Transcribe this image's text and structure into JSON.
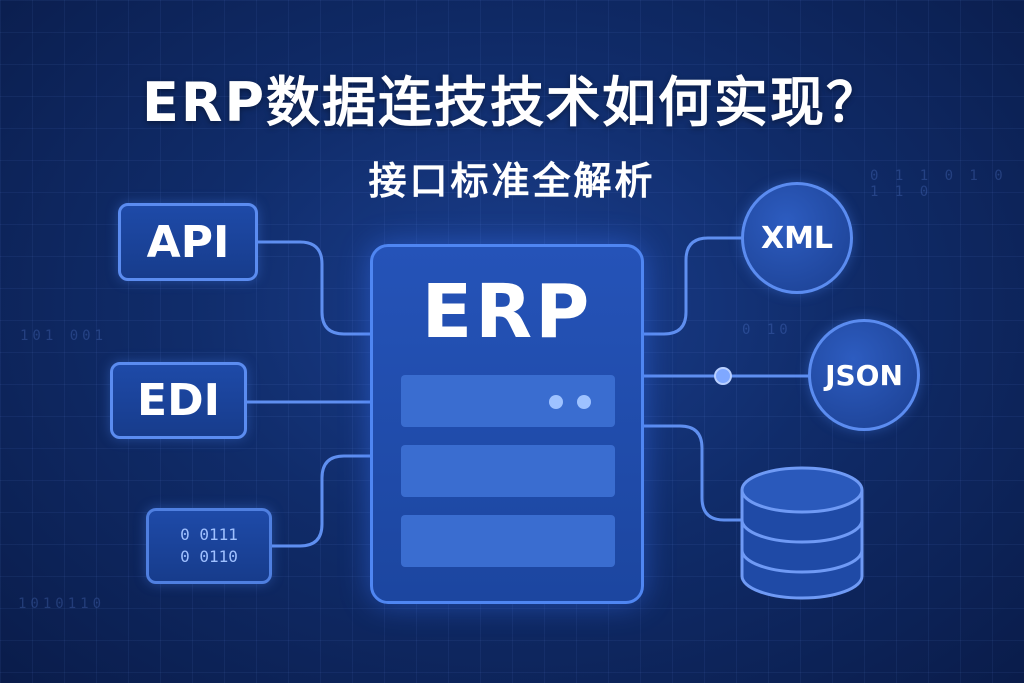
{
  "title": "ERP数据连技技术如何实现？",
  "subtitle": "接口标准全解析",
  "center": {
    "label": "ERP"
  },
  "left_nodes": {
    "api": "API",
    "edi": "EDI",
    "binary_line1": "0 0111",
    "binary_line2": "0 0110"
  },
  "right_nodes": {
    "xml": "XML",
    "json": "JSON"
  },
  "decor": {
    "left_bits_1": "101 001",
    "left_bits_2": "1010110",
    "right_bits_1": "0 1 1 0 1 0 1 1 0",
    "right_bits_2": "0 10"
  },
  "colors": {
    "background": "#102c6a",
    "accent": "#5b8cf0",
    "line": "#5f8ff0",
    "database": "#1f4aa6"
  },
  "icons": {
    "database": "database-icon",
    "junction": "connector-dot-icon"
  }
}
